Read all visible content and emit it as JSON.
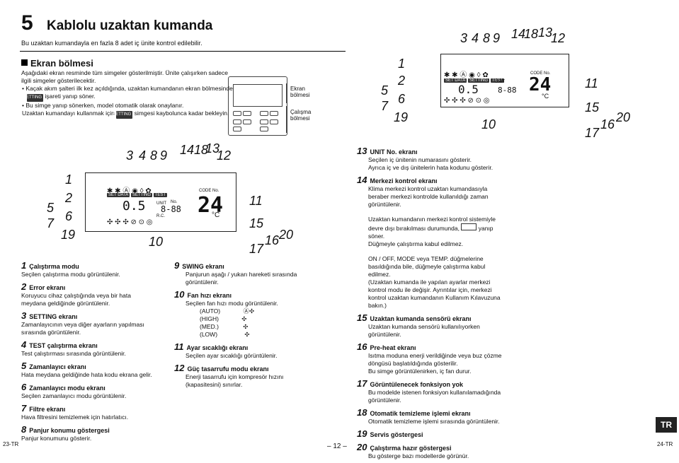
{
  "chapter": {
    "number": "5",
    "title": "Kablolu uzaktan kumanda",
    "subtitle": "Bu uzaktan kumandayla en fazla 8 adet iç ünite kontrol edilebilir."
  },
  "section_title": "Ekran bölmesi",
  "intro": [
    "Aşağıdaki ekran resminde tüm simgeler gösterilmiştir. Ünite çalışırken sadece ilgili simgeler gösterilecektir.",
    "• Kaçak akım şalteri ilk kez açıldığında, uzaktan kumandanın ekran bölmesinde",
    "işareti yanıp söner.",
    "• Bu simge yanıp sönerken, model otomatik olarak onaylanır.",
    "Uzaktan kumandayı kullanmak için",
    "simgesi kaybolunca kadar bekleyin."
  ],
  "setting_tag": "SETTING",
  "mini_labels": {
    "screen": "Ekran bölmesi",
    "ops": "Çalışma bölmesi"
  },
  "lcd": {
    "temp": "24",
    "unit_label": "UNIT",
    "no_label": "No.",
    "code_label": "CODE No.",
    "setdata": "SET DATA",
    "setting": "SETTING",
    "test": "TEST",
    "deg": "°C",
    "rc": "R.C.",
    "seg": "0.5",
    "seg2": "8-88"
  },
  "callouts_mid": [
    "1",
    "2",
    "5",
    "6",
    "7",
    "19",
    "3",
    "4",
    "8",
    "9",
    "14",
    "18",
    "13",
    "12",
    "11",
    "15",
    "16",
    "17",
    "20",
    "10"
  ],
  "items_left": [
    {
      "n": "1",
      "h": "Çalıştırma modu",
      "d": [
        "Seçilen çalıştırma modu görüntülenir."
      ]
    },
    {
      "n": "2",
      "h": "Error ekranı",
      "d": [
        "Koruyucu cihaz çalıştığında veya bir hata",
        "meydana geldiğinde görüntülenir."
      ]
    },
    {
      "n": "3",
      "h": "SETTING ekranı",
      "d": [
        "Zamanlayıcının veya diğer ayarların yapılması",
        "sırasında görüntülenir."
      ]
    },
    {
      "n": "4",
      "h": "TEST çalıştırma ekranı",
      "d": [
        "Test çalıştırması sırasında görüntülenir."
      ]
    },
    {
      "n": "5",
      "h": "Zamanlayıcı ekranı",
      "d": [
        "Hata meydana geldiğinde hata kodu ekrana gelir."
      ]
    },
    {
      "n": "6",
      "h": "Zamanlayıcı modu ekranı",
      "d": [
        "Seçilen zamanlayıcı modu görüntülenir."
      ]
    },
    {
      "n": "7",
      "h": "Filtre ekranı",
      "d": [
        "Hava filtresini temizlemek için hatırlatıcı."
      ]
    },
    {
      "n": "8",
      "h": "Panjur konumu göstergesi",
      "d": [
        "Panjur konumunu gösterir."
      ]
    }
  ],
  "items_mid": [
    {
      "n": "9",
      "h": "SWING ekranı",
      "d": [
        "Panjurun aşağı / yukarı hareketi sırasında",
        "görüntülenir."
      ]
    },
    {
      "n": "10",
      "h": "Fan hızı ekranı",
      "d": [
        "Seçilen fan hızı modu görüntülenir."
      ]
    },
    {
      "n": "11",
      "h": "Ayar sıcaklığı ekranı",
      "d": [
        "Seçilen ayar sıcaklığı görüntülenir."
      ]
    },
    {
      "n": "12",
      "h": "Güç tasarrufu modu ekranı",
      "d": [
        "Enerji tasarrufu için kompresör hızını",
        "(kapasitesini) sınırlar."
      ]
    }
  ],
  "fan_modes": [
    "(AUTO)",
    "(HIGH)",
    "(MED.)",
    "(LOW)"
  ],
  "items_right": [
    {
      "n": "13",
      "h": "UNIT No. ekranı",
      "d": [
        "Seçilen iç ünitenin numarasını gösterir.",
        "Ayrıca iç ve dış ünitelerin hata kodunu gösterir."
      ]
    },
    {
      "n": "14",
      "h": "Merkezi kontrol ekranı",
      "d": [
        "Klima merkezi kontrol uzaktan kumandasıyla",
        "beraber merkezi kontrolde kullanıldığı zaman",
        "görüntülenir."
      ]
    }
  ],
  "right_para1": [
    "Uzaktan kumandanın merkezi kontrol sistemiyle",
    "devre dışı bırakılması durumunda,",
    "yanıp",
    "söner.",
    "Düğmeyle çalıştırma kabul edilmez."
  ],
  "right_para2": [
    "ON / OFF, MODE veya TEMP. düğmelerine",
    "basıldığında bile, düğmeyle çalıştırma kabul",
    "edilmez.",
    "(Uzaktan kumanda ile yapılan ayarlar merkezi",
    "kontrol modu ile değişir. Ayrıntılar için, merkezi",
    "kontrol uzaktan kumandanın Kullanım Kılavuzuna",
    "bakın.)"
  ],
  "items_right2": [
    {
      "n": "15",
      "h": "Uzaktan kumanda sensörü ekranı",
      "d": [
        "Uzaktan kumanda sensörü kullanılıyorken",
        "görüntülenir."
      ]
    },
    {
      "n": "16",
      "h": "Pre-heat ekranı",
      "d": [
        "Isıtma moduna enerji verildiğinde veya buz çözme",
        "döngüsü başlatıldığında gösterilir.",
        "Bu simge görüntülenirken, iç fan durur."
      ]
    },
    {
      "n": "17",
      "h": "Görüntülenecek fonksiyon yok",
      "d": [
        "Bu modelde istenen fonksiyon kullanılamadığında",
        "görüntülenir."
      ]
    },
    {
      "n": "18",
      "h": "Otomatik temizleme işlemi ekranı",
      "d": [
        "Otomatik temizleme işlemi sırasında görüntülenir."
      ]
    },
    {
      "n": "19",
      "h": "Servis göstergesi",
      "d": []
    },
    {
      "n": "20",
      "h": "Çalıştırma hazır göstergesi",
      "d": [
        "Bu gösterge bazı modellerde görünür."
      ]
    }
  ],
  "footer": {
    "left": "23-TR",
    "center": "– 12 –",
    "right": "24-TR",
    "lang": "TR"
  }
}
